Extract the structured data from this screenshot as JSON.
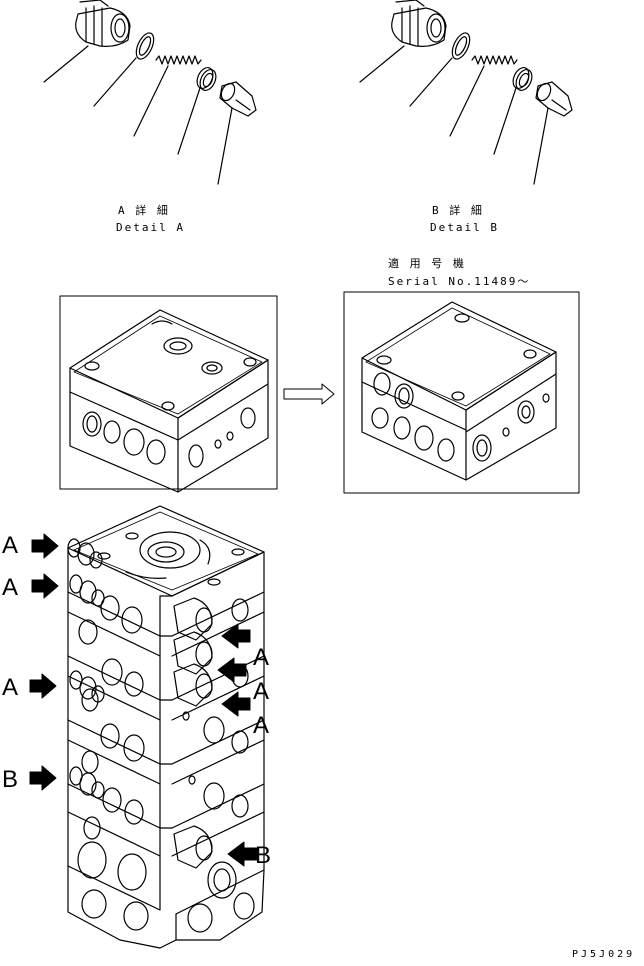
{
  "detail_a": {
    "label_jp": "A 詳 細",
    "label_en": "Detail A"
  },
  "detail_b": {
    "label_jp": "B 詳 細",
    "label_en": "Detail B"
  },
  "serial": {
    "label_jp": "適 用 号 機",
    "label_en": "Serial No.11489～"
  },
  "callouts": {
    "left": [
      "A",
      "A",
      "A",
      "B"
    ],
    "right": [
      "A",
      "A",
      "A",
      "B"
    ]
  },
  "drawing_code": "PJ5J029"
}
